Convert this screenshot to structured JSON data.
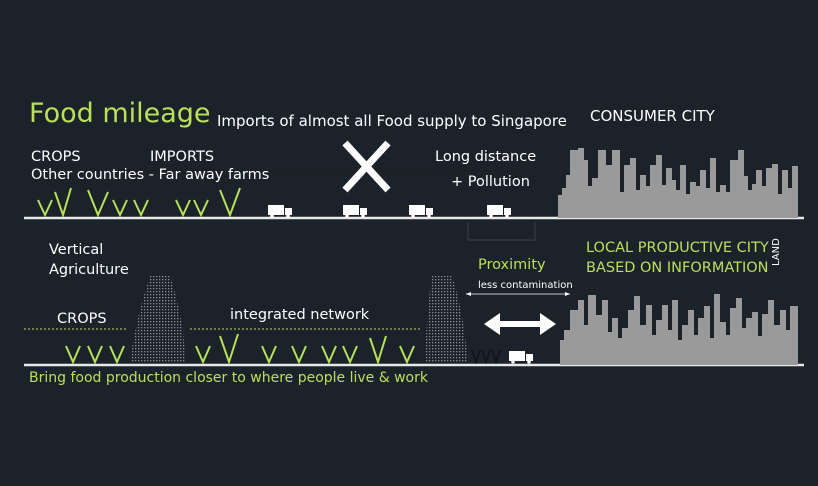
{
  "title": "Food mileage",
  "top": {
    "imports_heading": "Imports of almost all Food supply to Singapore",
    "consumer_city": "CONSUMER CITY",
    "crops": "CROPS",
    "other_countries": "Other countries - Far away farms",
    "imports": "IMPORTS",
    "long_distance": "Long distance",
    "pollution": "+ Pollution"
  },
  "bottom": {
    "vertical": "Vertical",
    "agriculture": "Agriculture",
    "crops": "CROPS",
    "integrated_network": "integrated network",
    "proximity": "Proximity",
    "less_contamination": "less contamination",
    "local_city_1": "LOCAL PRODUCTIVE CITY",
    "local_city_2": "BASED ON INFORMATION",
    "land": "LAND",
    "bring_food": "Bring food production closer to where people live & work"
  },
  "colors": {
    "background": "#1b2229",
    "accent_green": "#b8e05a",
    "city_gray": "#9a9a9a",
    "text": "#ffffff"
  }
}
